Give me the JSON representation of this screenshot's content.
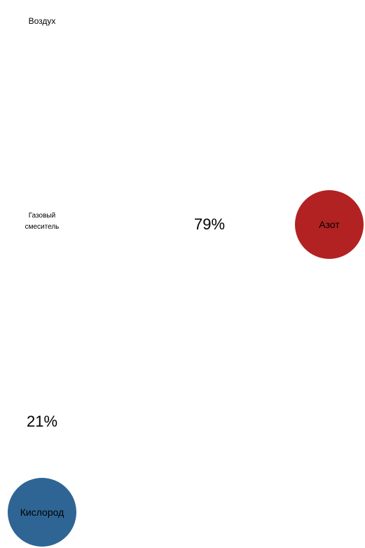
{
  "source": {
    "label": "Воздух"
  },
  "mixer": {
    "label_line1": "Газовый",
    "label_line2": "смеситель"
  },
  "outputs": [
    {
      "label": "Азот",
      "percent_text": "79%",
      "percent": 79,
      "color": "#B22222"
    },
    {
      "label": "Кислород",
      "percent_text": "21%",
      "percent": 21,
      "color": "#2E6594"
    }
  ]
}
